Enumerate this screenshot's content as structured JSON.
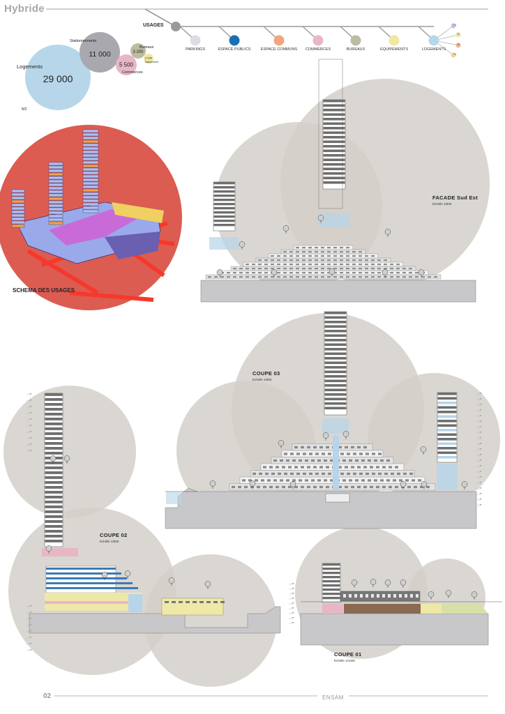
{
  "header": {
    "title": "Hybride"
  },
  "usages": {
    "heading": "USAGES",
    "categories": [
      {
        "label": "PARKINGS",
        "color": "#dcdde2"
      },
      {
        "label": "ESPACE PUBLICS",
        "color": "#1c6fb5"
      },
      {
        "label": "ESPACE COMMUNS",
        "color": "#f2a57f"
      },
      {
        "label": "COMMERCES",
        "color": "#e7b7c6"
      },
      {
        "label": "BUREAUX",
        "color": "#bcbca2"
      },
      {
        "label": "EQUIPEMENTS",
        "color": "#efe7a3"
      },
      {
        "label": "LOGEMENTS",
        "color": "#b7d6ea"
      }
    ],
    "logement_subtypes": [
      {
        "label": "T1",
        "color": "#c7bee6"
      },
      {
        "label": "T2",
        "color": "#f1e7a2"
      },
      {
        "label": "T3",
        "color": "#f1b895"
      },
      {
        "label": "T4",
        "color": "#f3d19c"
      }
    ]
  },
  "areas": {
    "unit": "M2",
    "items": [
      {
        "label": "Logements",
        "value": "29 000",
        "color": "#b7d6ea"
      },
      {
        "label": "Stationnements",
        "value": "11 000",
        "color": "#a8a8ae"
      },
      {
        "label": "Commerces",
        "value": "5 500",
        "color": "#e7b7c6"
      },
      {
        "label": "Bureaux",
        "value": "3 200",
        "color": "#bcbca2"
      },
      {
        "label": "Equipement",
        "value": "2 000",
        "color": "#efe7a3"
      }
    ]
  },
  "schema": {
    "label": "SCHEMA DES USAGES"
  },
  "views": {
    "facade": {
      "title": "FACADE Sud Est",
      "scale": "Echelle 1/500"
    },
    "coupe03": {
      "title": "COUPE 03",
      "scale": "Echelle 1/500"
    },
    "coupe02": {
      "title": "COUPE 02",
      "scale": "Echelle 1/500"
    },
    "coupe01": {
      "title": "COUPE 01",
      "scale": "Echelle 1/1000"
    }
  },
  "footer": {
    "page": "02",
    "school": "ENSAM"
  },
  "colors": {
    "gray_circle": "#d3cfc9",
    "schema_red": "#dc5c52",
    "ground": "#c8c8ca",
    "glass": "#b7d4ea",
    "floor_dark": "#6e6e6e",
    "floor_light": "#e9e9e9"
  }
}
